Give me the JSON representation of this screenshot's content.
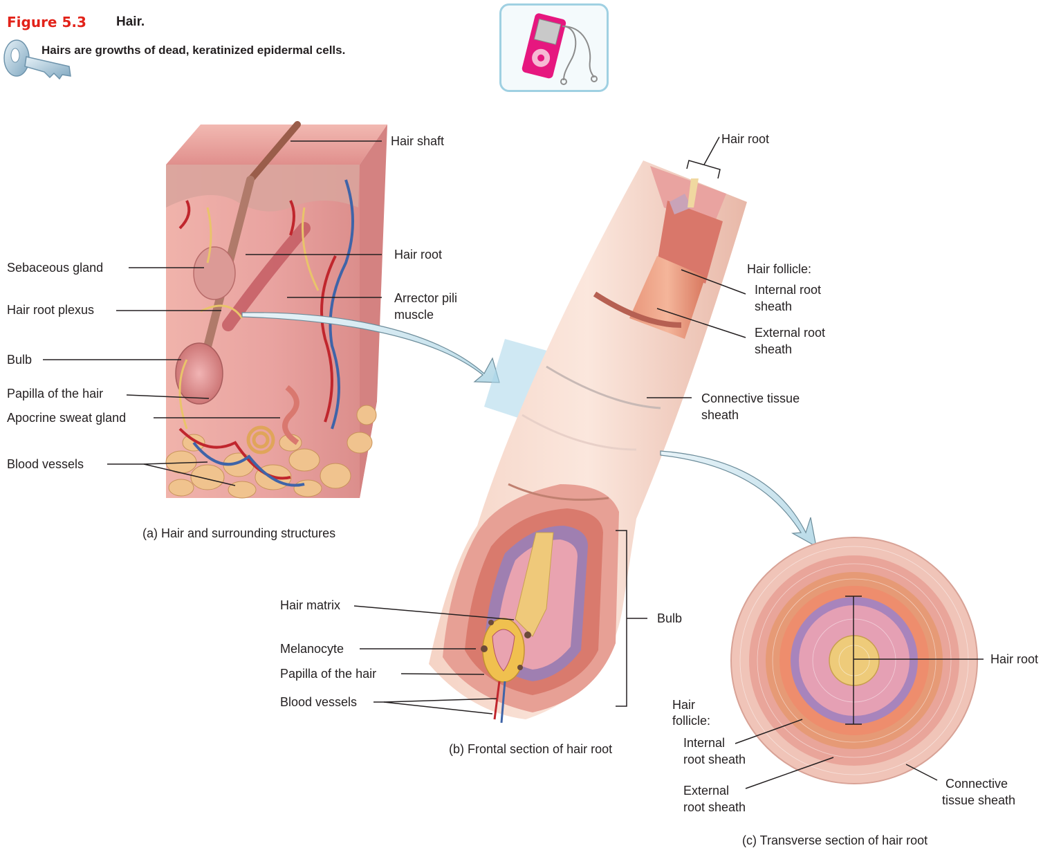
{
  "header": {
    "figure_number": "Figure 5.3",
    "figure_title": "Hair.",
    "key_concept": "Hairs are growths of dead, keratinized epidermal cells."
  },
  "icons": {
    "key": "key-icon",
    "media_player": "media-player-icon"
  },
  "panel_a": {
    "caption": "(a) Hair and surrounding structures",
    "labels": {
      "hair_shaft": "Hair shaft",
      "hair_root": "Hair root",
      "arrector_pili_1": "Arrector pili",
      "arrector_pili_2": "muscle",
      "sebaceous_gland": "Sebaceous gland",
      "hair_root_plexus": "Hair root plexus",
      "bulb": "Bulb",
      "papilla": "Papilla of the hair",
      "apocrine": "Apocrine sweat gland",
      "blood_vessels": "Blood vessels"
    }
  },
  "panel_b": {
    "caption": "(b) Frontal section of hair root",
    "labels": {
      "hair_root": "Hair root",
      "hair_follicle": "Hair follicle:",
      "internal_1": "Internal root",
      "internal_2": "sheath",
      "external_1": "External root",
      "external_2": "sheath",
      "connective_1": "Connective tissue",
      "connective_2": "sheath",
      "bulb": "Bulb",
      "hair_matrix": "Hair matrix",
      "melanocyte": "Melanocyte",
      "papilla": "Papilla of the hair",
      "blood_vessels": "Blood vessels"
    }
  },
  "panel_c": {
    "caption": "(c) Transverse section of hair root",
    "labels": {
      "hair_root": "Hair root",
      "hair_follicle_1": "Hair",
      "hair_follicle_2": "follicle:",
      "internal_1": "Internal",
      "internal_2": "root sheath",
      "external_1": "External",
      "external_2": "root sheath",
      "connective_1": "Connective",
      "connective_2": "tissue sheath"
    }
  },
  "colors": {
    "figure_red": "#e2231a",
    "skin_pink": "#e9a3a0",
    "media_pink": "#e6177f",
    "arrow_blue": "#cfe6ef"
  }
}
